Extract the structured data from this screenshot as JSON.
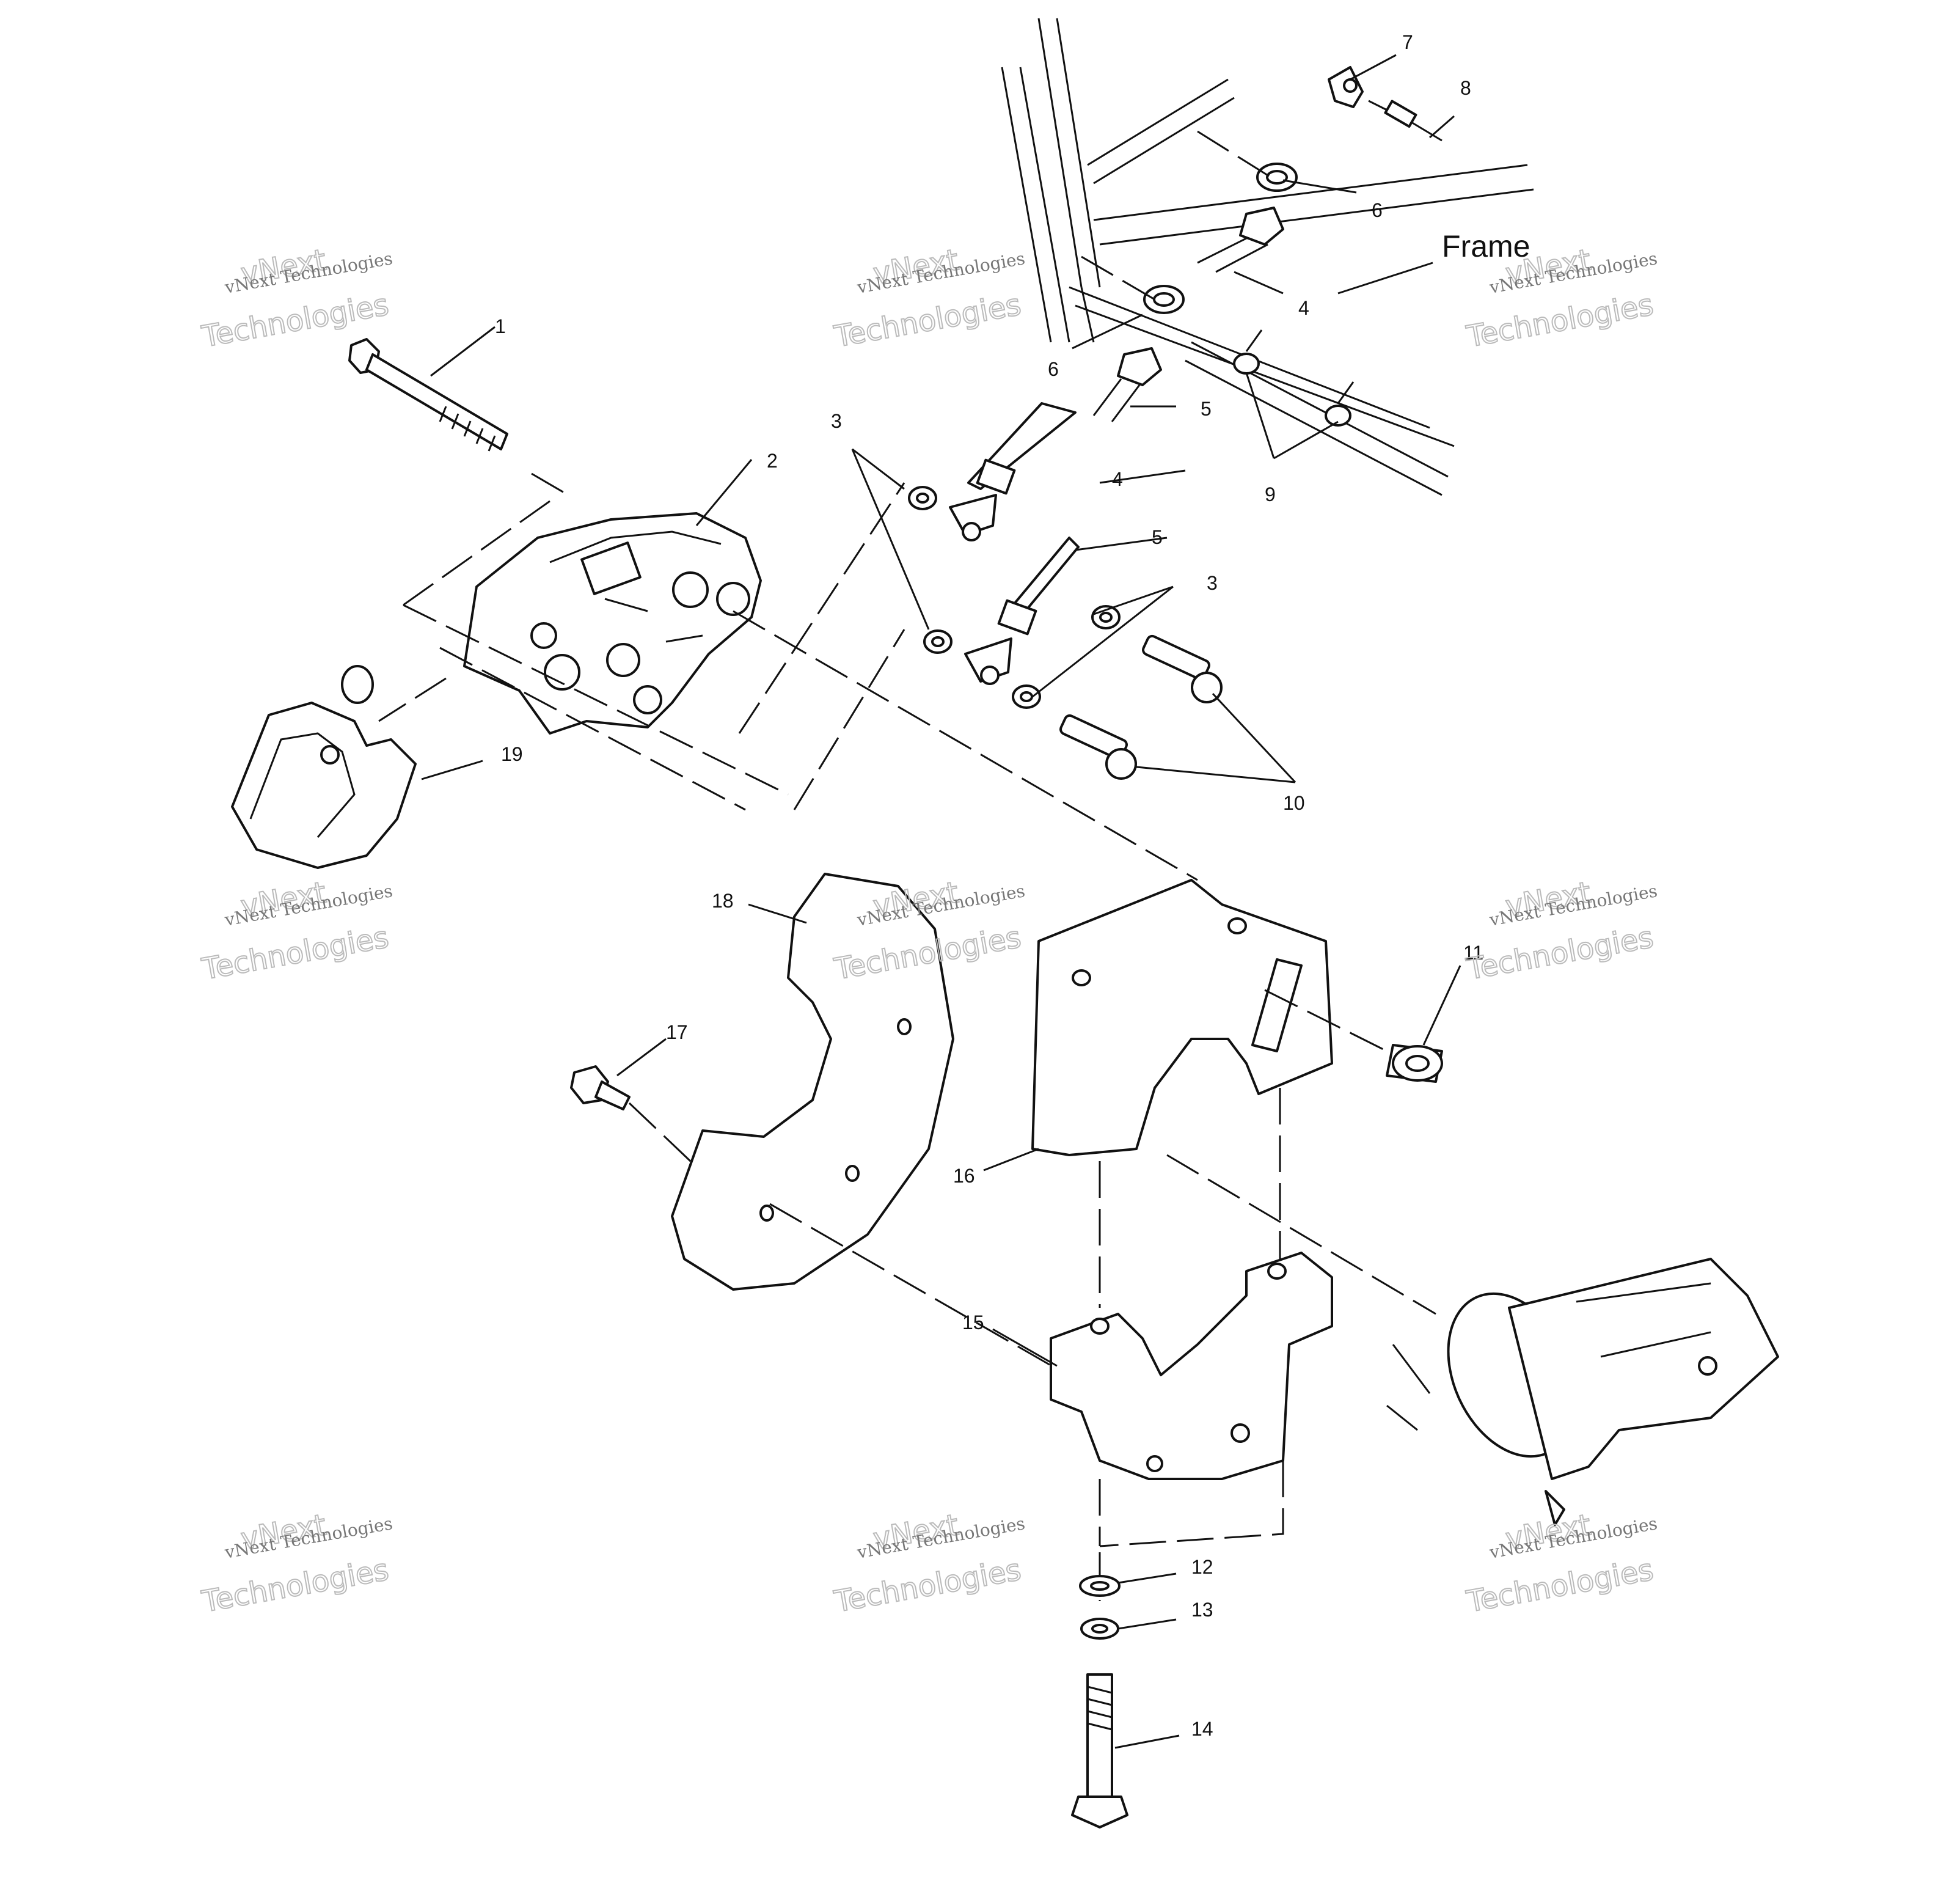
{
  "diagram": {
    "callouts": {
      "c1": "1",
      "c2": "2",
      "c3a": "3",
      "c3b": "3",
      "c4a": "4",
      "c4b": "4",
      "c5a": "5",
      "c5b": "5",
      "c6a": "6",
      "c6b": "6",
      "c7": "7",
      "c8": "8",
      "c9": "9",
      "c10": "10",
      "c11": "11",
      "c12": "12",
      "c13": "13",
      "c14": "14",
      "c15": "15",
      "c16": "16",
      "c17": "17",
      "c18": "18",
      "c19": "19"
    },
    "frame_label": "Frame",
    "watermark": {
      "line1": "vNext Technologies",
      "line2": "vNext",
      "line3": "Technologies"
    }
  }
}
